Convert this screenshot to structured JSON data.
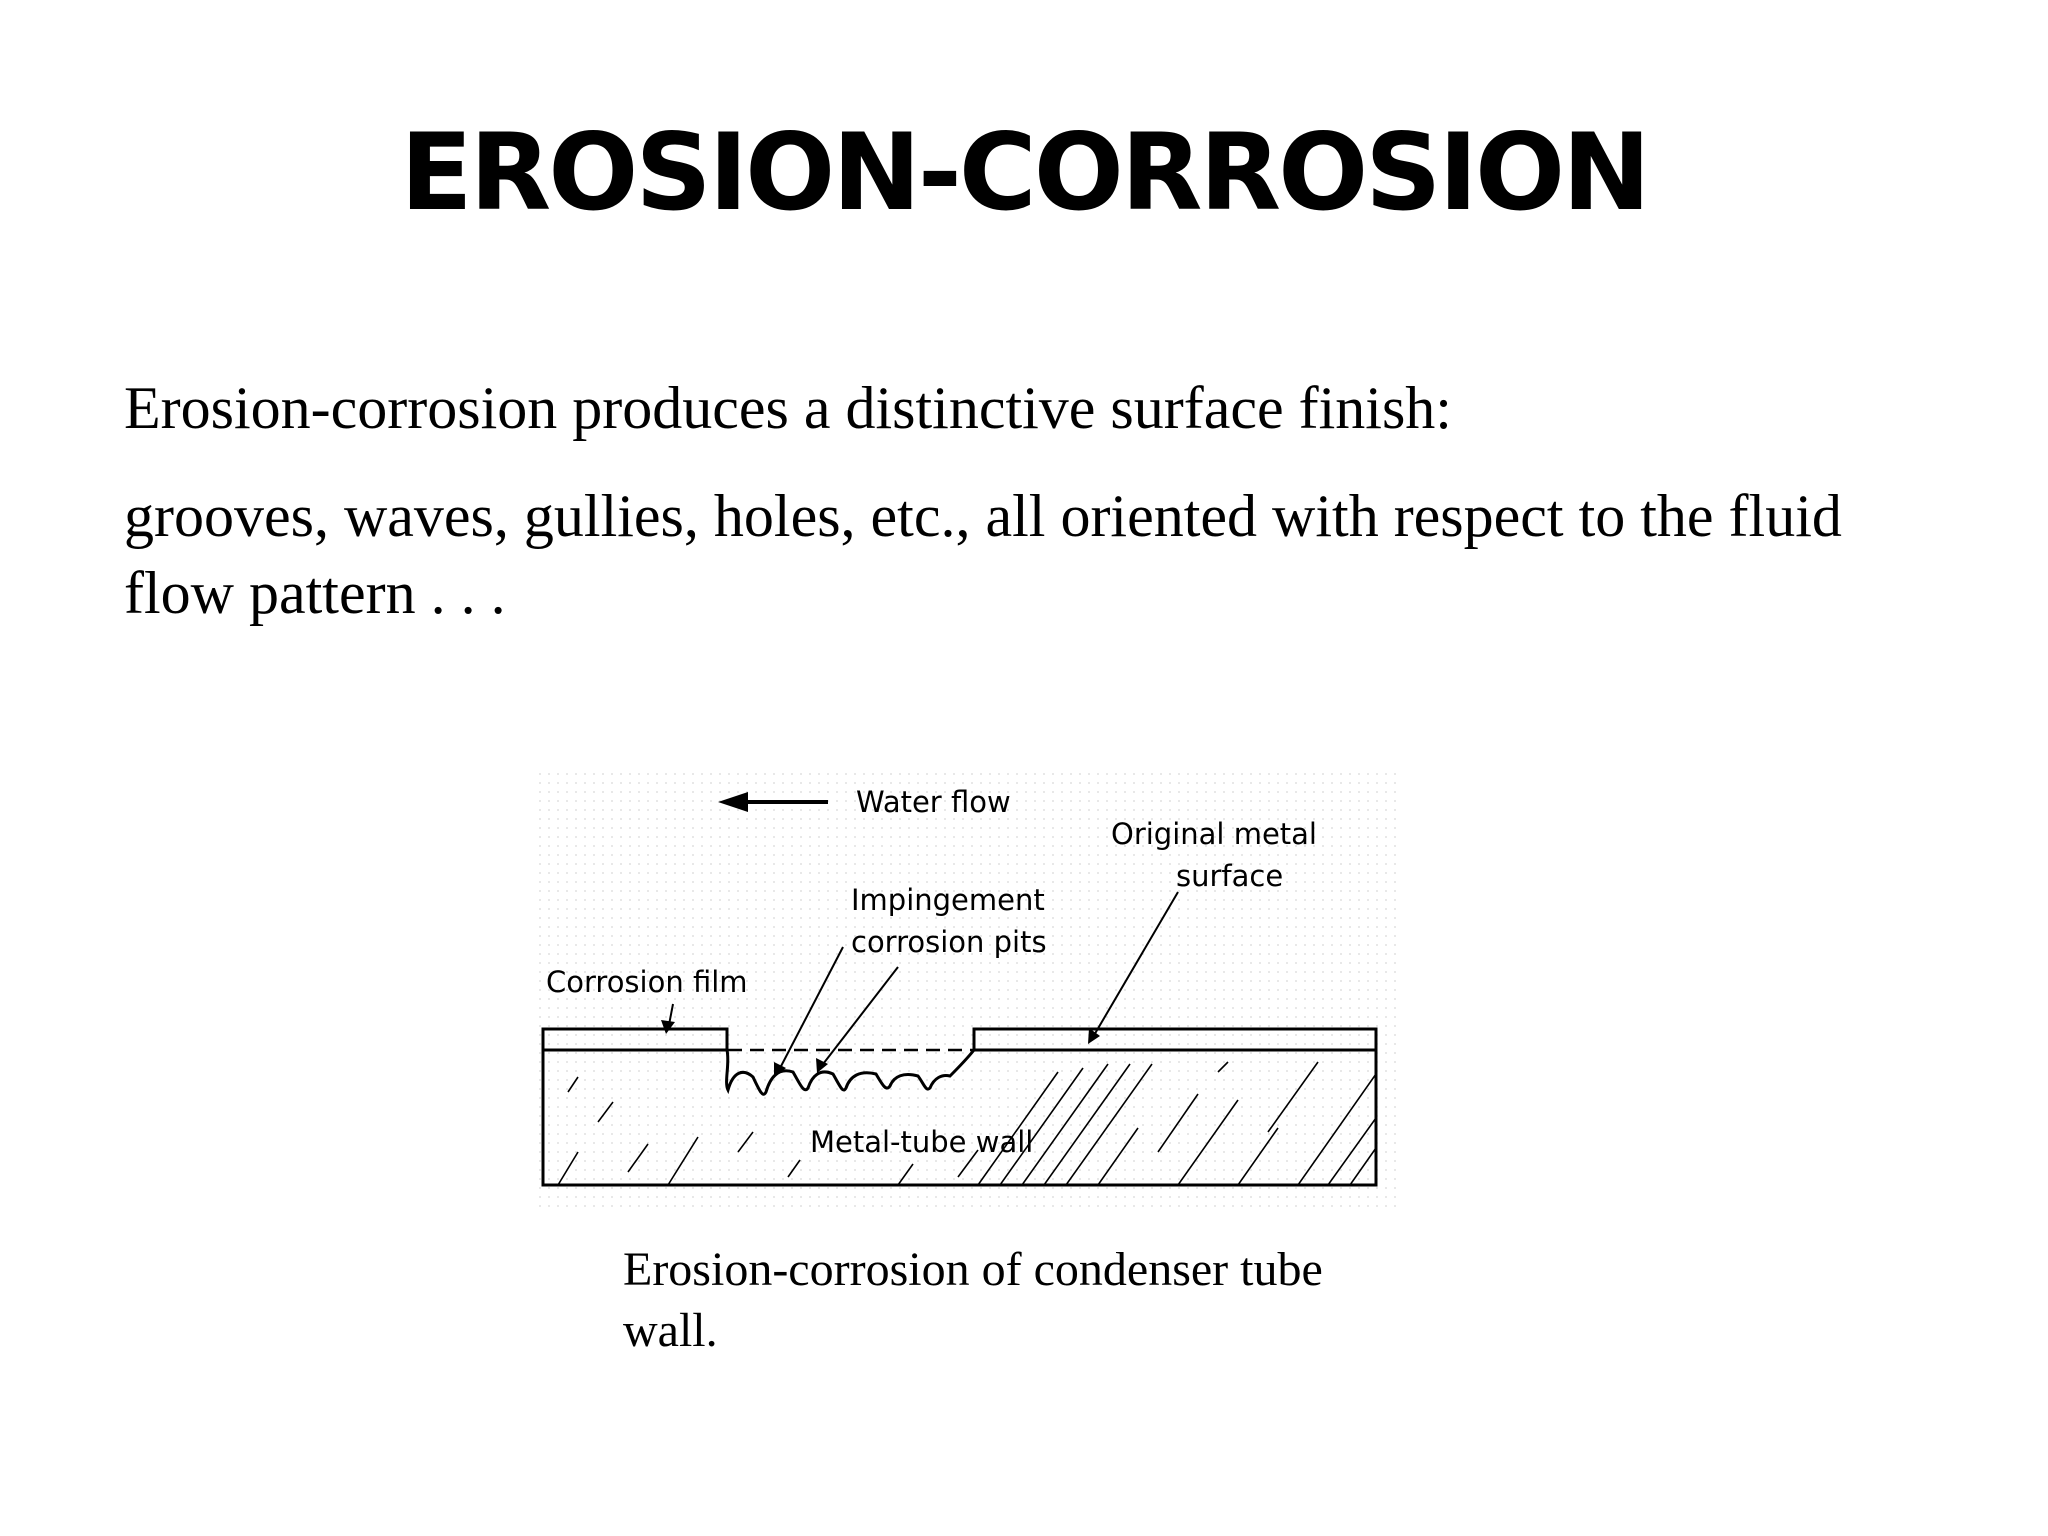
{
  "slide": {
    "title": "EROSION-CORROSION",
    "paragraphs": [
      "Erosion-corrosion produces a distinctive surface finish:",
      "grooves, waves, gullies, holes, etc., all oriented with respect to the fluid flow pattern . . ."
    ],
    "caption": "Erosion-corrosion of condenser tube wall."
  },
  "diagram": {
    "labels": {
      "water_flow": "Water flow",
      "original_surface_line1": "Original metal",
      "original_surface_line2": "surface",
      "impingement_line1": "Impingement",
      "impingement_line2": "corrosion pits",
      "corrosion_film": "Corrosion film",
      "metal_tube_wall": "Metal-tube wall"
    },
    "flow_arrow_icon": "left-arrow"
  }
}
